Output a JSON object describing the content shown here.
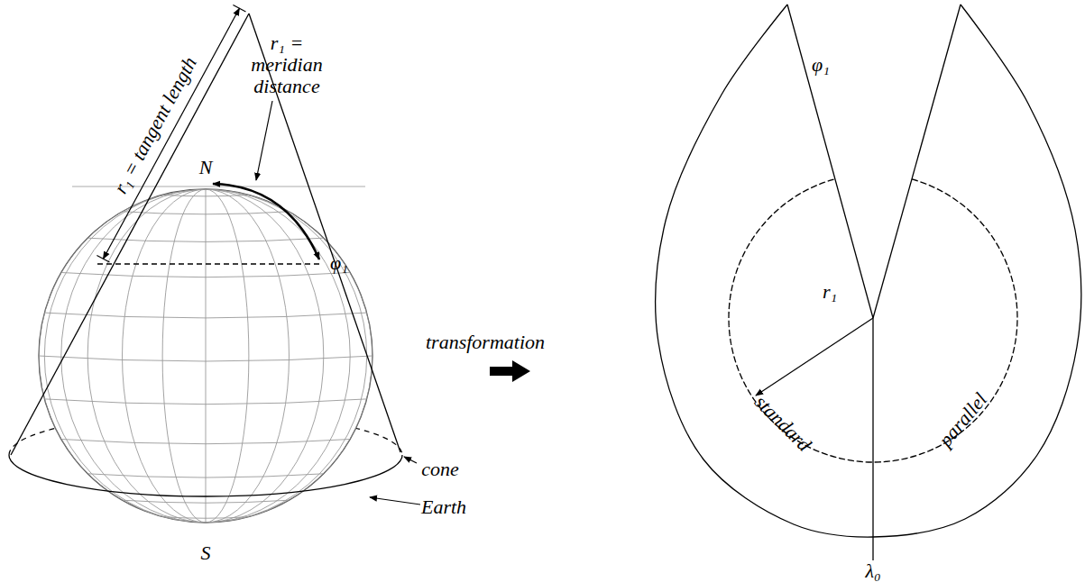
{
  "diagram": {
    "labels": [
      "r₁ = tangent length",
      "r₁ = meridian distance",
      "N",
      "φ₁",
      "S",
      "transformation",
      "cone",
      "Earth",
      "φ₁",
      "r₁",
      "standard",
      "parallel",
      "λ₀"
    ]
  }
}
